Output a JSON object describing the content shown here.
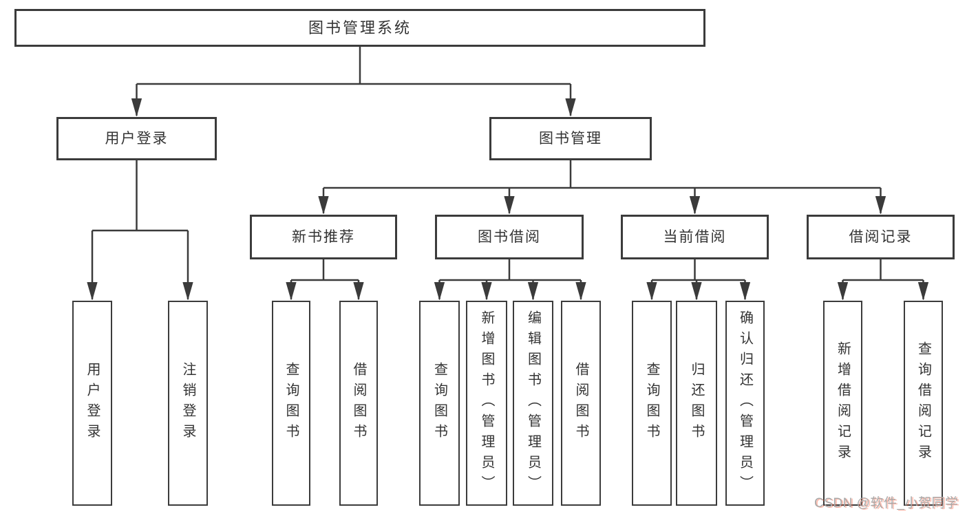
{
  "tree": {
    "root": "图书管理系统",
    "children": [
      {
        "label": "用户登录",
        "children": [
          {
            "label": "用户登录"
          },
          {
            "label": "注销登录"
          }
        ]
      },
      {
        "label": "图书管理",
        "children": [
          {
            "label": "新书推荐",
            "children": [
              {
                "label": "查询图书"
              },
              {
                "label": "借阅图书"
              }
            ]
          },
          {
            "label": "图书借阅",
            "children": [
              {
                "label": "查询图书"
              },
              {
                "label": "新增图书（管理员）"
              },
              {
                "label": "编辑图书（管理员）"
              },
              {
                "label": "借阅图书"
              }
            ]
          },
          {
            "label": "当前借阅",
            "children": [
              {
                "label": "查询图书"
              },
              {
                "label": "归还图书"
              },
              {
                "label": "确认归还（管理员）"
              }
            ]
          },
          {
            "label": "借阅记录",
            "children": [
              {
                "label": "新增借阅记录"
              },
              {
                "label": "查询借阅记录"
              }
            ]
          }
        ]
      }
    ]
  },
  "watermark": {
    "text": "CSDN @软件_小贺同学"
  },
  "colors": {
    "line": "#3b3b3b",
    "text": "#333333",
    "box_fill": "#ffffff",
    "watermark_gray": "#a9a9a9",
    "watermark_accent": "#fc5531"
  }
}
